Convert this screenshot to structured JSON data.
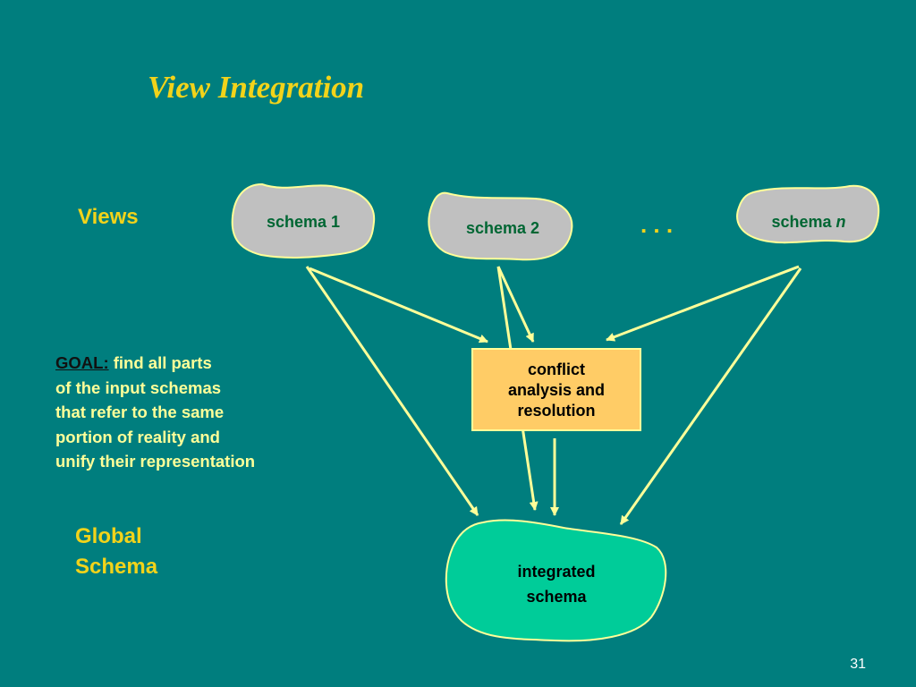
{
  "slide": {
    "title": "View Integration",
    "page_number": "31"
  },
  "labels": {
    "views": "Views",
    "global_line1": "Global",
    "global_line2": "Schema"
  },
  "goal": {
    "keyword": "GOAL:",
    "line1": "find all parts",
    "line2": "of the input schemas",
    "line3": "that refer to the same",
    "line4": "portion of reality and",
    "line5": "unify their representation"
  },
  "nodes": {
    "schema1": "schema 1",
    "schema2": "schema 2",
    "ellipsis": ". . .",
    "schema_n_prefix": "schema",
    "schema_n_var": "n",
    "conflict_line1": "conflict",
    "conflict_line2": "analysis and",
    "conflict_line3": "resolution",
    "integrated_line1": "integrated",
    "integrated_line2": "schema"
  },
  "colors": {
    "background": "#007e7e",
    "title": "#f2d31a",
    "goal_text": "#ffff99",
    "schema_fill": "#c0c0c0",
    "conflict_fill": "#ffcc66",
    "integrated_fill": "#00cc99",
    "arrow": "#ffff99",
    "node_text": "#006633"
  }
}
